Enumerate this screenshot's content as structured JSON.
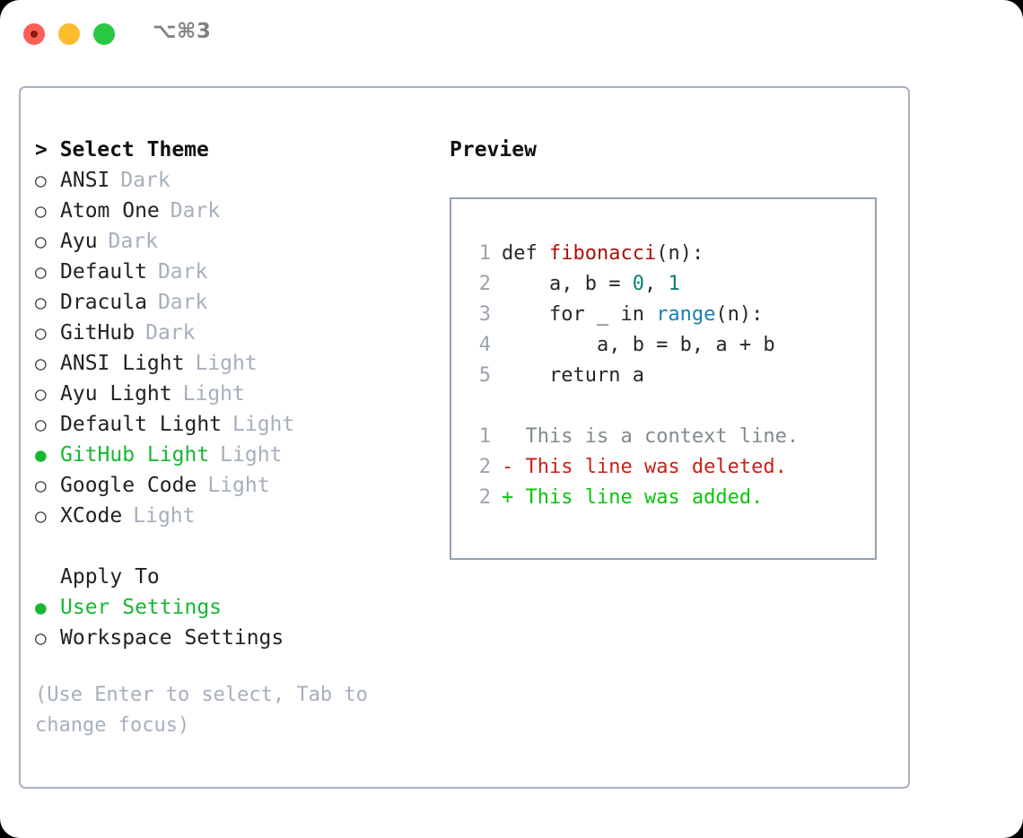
{
  "titlebar": {
    "shortcut": "⌥⌘3",
    "buttons": [
      {
        "name": "close",
        "color": "#FB5F57"
      },
      {
        "name": "minimize",
        "color": "#FDBC2E"
      },
      {
        "name": "maximize",
        "color": "#28C840"
      }
    ]
  },
  "theme_picker": {
    "header": "> Select Theme",
    "bullet_unselected": "○",
    "bullet_selected": "●",
    "items": [
      {
        "name": "ANSI",
        "kind": "Dark",
        "selected": false
      },
      {
        "name": "Atom One",
        "kind": "Dark",
        "selected": false
      },
      {
        "name": "Ayu",
        "kind": "Dark",
        "selected": false
      },
      {
        "name": "Default",
        "kind": "Dark",
        "selected": false
      },
      {
        "name": "Dracula",
        "kind": "Dark",
        "selected": false
      },
      {
        "name": "GitHub",
        "kind": "Dark",
        "selected": false
      },
      {
        "name": "ANSI Light",
        "kind": "Light",
        "selected": false
      },
      {
        "name": "Ayu Light",
        "kind": "Light",
        "selected": false
      },
      {
        "name": "Default Light",
        "kind": "Light",
        "selected": false
      },
      {
        "name": "GitHub Light",
        "kind": "Light",
        "selected": true
      },
      {
        "name": "Google Code",
        "kind": "Light",
        "selected": false
      },
      {
        "name": "XCode",
        "kind": "Light",
        "selected": false
      }
    ]
  },
  "apply_to": {
    "header": "Apply To",
    "items": [
      {
        "name": "User Settings",
        "selected": true
      },
      {
        "name": "Workspace Settings",
        "selected": false
      }
    ]
  },
  "hint": "(Use Enter to select, Tab to change focus)",
  "preview": {
    "title": "Preview",
    "code_lines": [
      {
        "no": "1",
        "tokens": [
          {
            "t": "def ",
            "c": "plain"
          },
          {
            "t": "fibonacci",
            "c": "fn"
          },
          {
            "t": "(n):",
            "c": "plain"
          }
        ]
      },
      {
        "no": "2",
        "tokens": [
          {
            "t": "    a, b = ",
            "c": "plain"
          },
          {
            "t": "0",
            "c": "num"
          },
          {
            "t": ", ",
            "c": "plain"
          },
          {
            "t": "1",
            "c": "num"
          }
        ]
      },
      {
        "no": "3",
        "tokens": [
          {
            "t": "    for _ in ",
            "c": "plain"
          },
          {
            "t": "range",
            "c": "call"
          },
          {
            "t": "(n):",
            "c": "plain"
          }
        ]
      },
      {
        "no": "4",
        "tokens": [
          {
            "t": "        a, b = b, a + b",
            "c": "plain"
          }
        ]
      },
      {
        "no": "5",
        "tokens": [
          {
            "t": "    return a",
            "c": "plain"
          }
        ]
      }
    ],
    "diff_lines": [
      {
        "no": "1",
        "marker": "  ",
        "text": "This is a context line.",
        "kind": "ctx"
      },
      {
        "no": "2",
        "marker": "- ",
        "text": "This line was deleted.",
        "kind": "del"
      },
      {
        "no": "2",
        "marker": "+ ",
        "text": "This line was added.",
        "kind": "add"
      }
    ]
  },
  "colors": {
    "accent_green": "#17B733",
    "muted": "#A6AFBC",
    "border": "#A8B0BE",
    "preview_border": "#96A0B0",
    "syntax_function": "#A8120E",
    "syntax_number": "#0B8174",
    "syntax_call": "#1681AE",
    "diff_add": "#0BC40B",
    "diff_del": "#CC2018"
  }
}
